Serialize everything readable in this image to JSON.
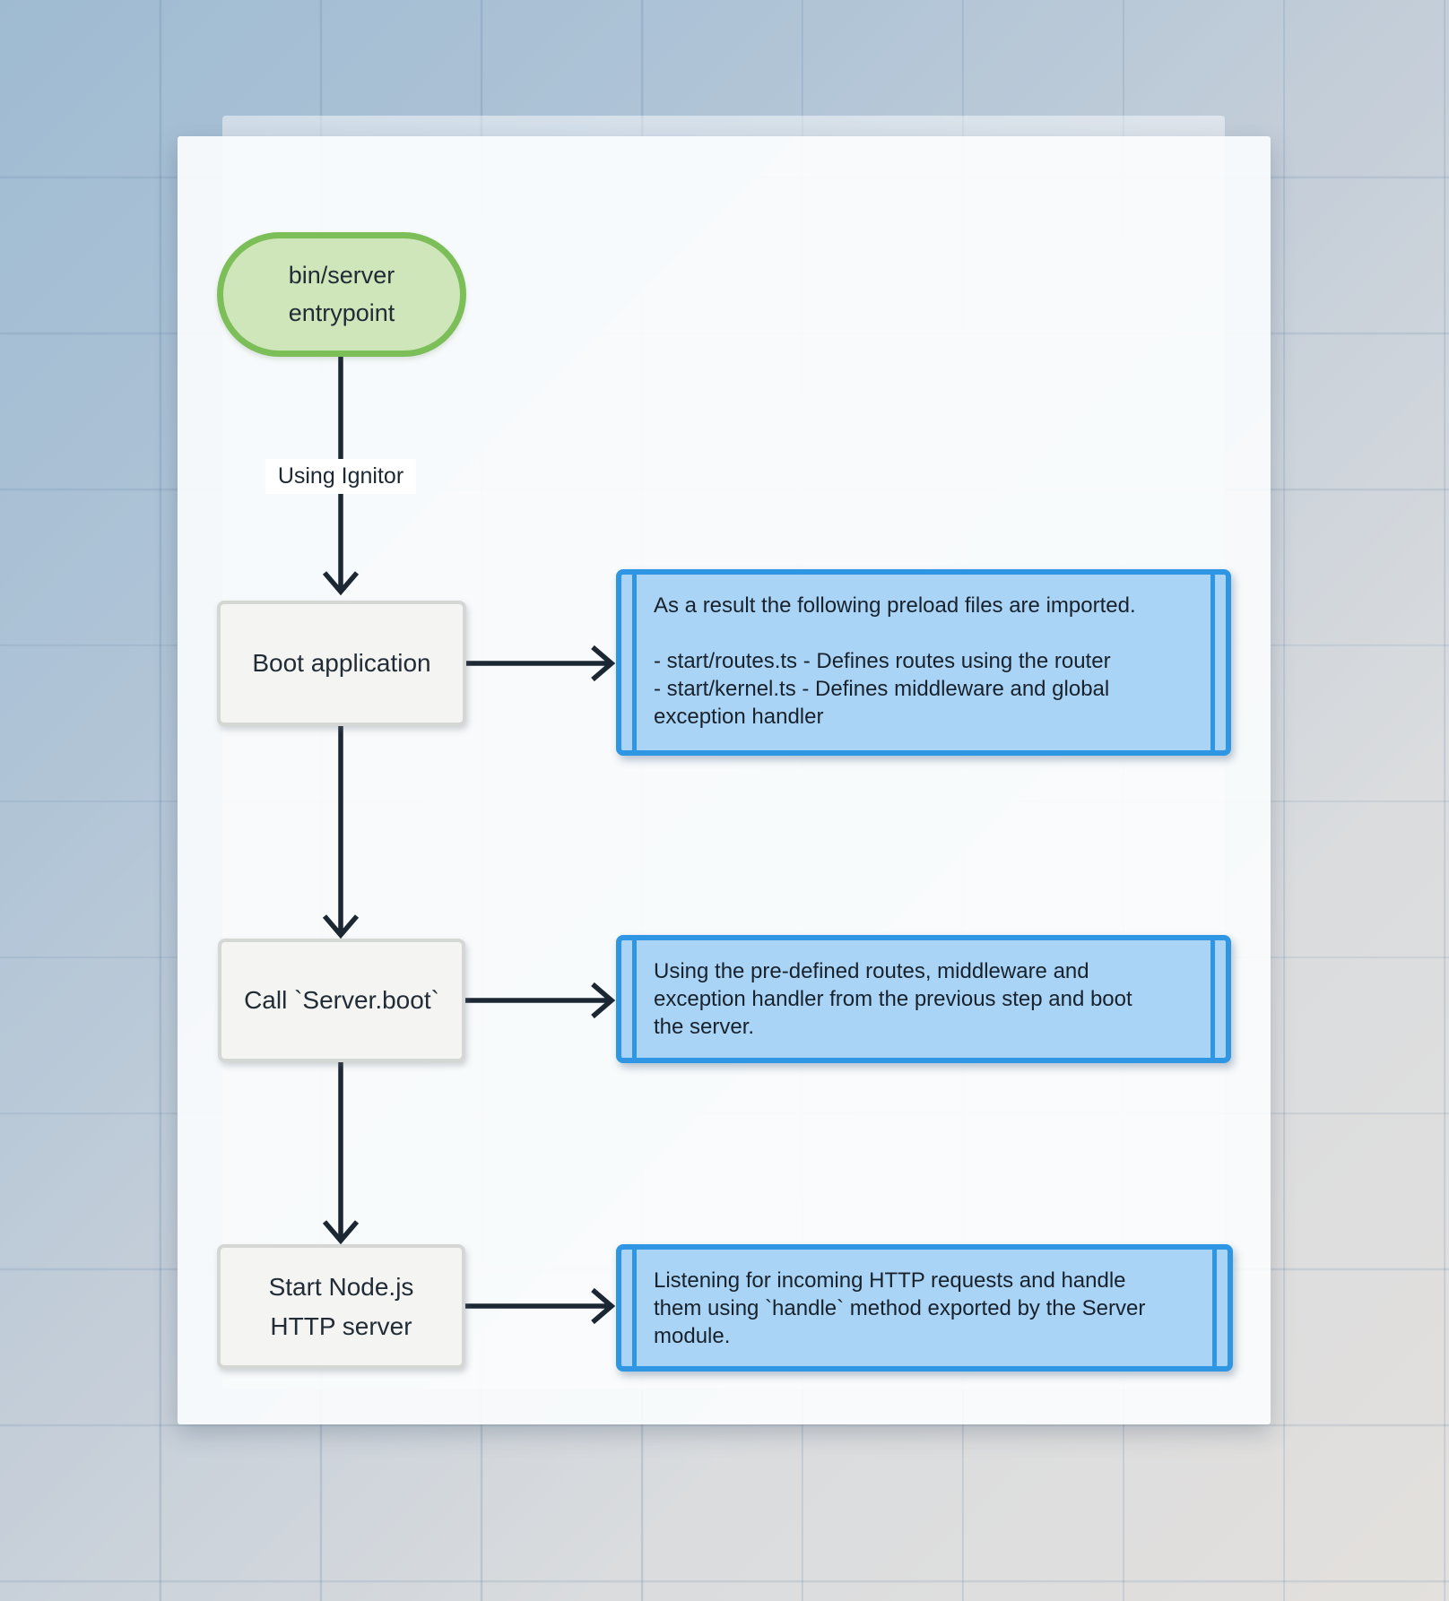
{
  "diagram": {
    "entry": {
      "label": "bin/server\nentrypoint"
    },
    "edge_label": "Using Ignitor",
    "nodes": [
      {
        "label": "Boot application"
      },
      {
        "label": "Call `Server.boot`"
      },
      {
        "label": "Start Node.js\nHTTP server"
      }
    ],
    "notes": [
      {
        "text": "As a result the following preload files are imported.\n\n- start/routes.ts - Defines routes using the router\n- start/kernel.ts - Defines middleware and global\nexception handler"
      },
      {
        "text": "Using the pre-defined routes, middleware and\nexception handler from the previous step and boot\nthe server."
      },
      {
        "text": "Listening for incoming HTTP requests and handle\nthem using `handle` method exported by the Server\nmodule."
      }
    ],
    "colors": {
      "entry_fill": "#cfe5ba",
      "entry_border": "#7cbe58",
      "node_fill": "#f4f5f3",
      "node_border": "#d5d7d5",
      "note_fill": "#aad4f5",
      "note_border": "#2f96e3",
      "arrow": "#1c2734",
      "text_dark": "#222c36"
    }
  }
}
